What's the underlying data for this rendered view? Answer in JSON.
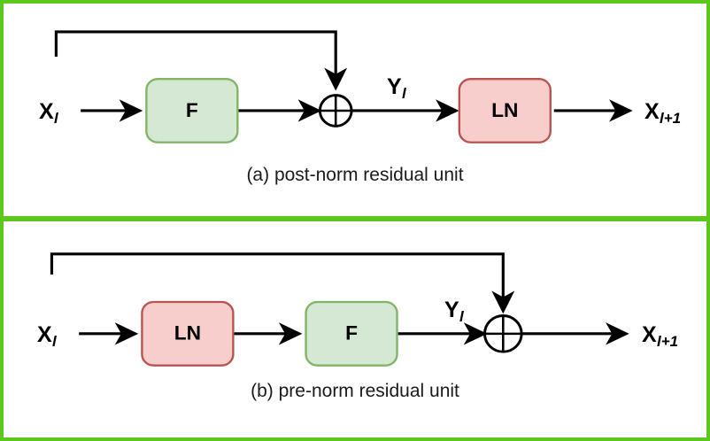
{
  "figure": {
    "title_colors": {
      "panel_border": "#5cc81c",
      "green_fill": "#d5e8d4",
      "green_stroke": "#82b366",
      "red_fill": "#f8cecc",
      "red_stroke": "#b85450",
      "line": "#000000",
      "background": "#ffffff"
    },
    "panels": [
      {
        "id": "a",
        "caption": "(a) post-norm residual unit",
        "input_label": "X",
        "input_sub": "l",
        "mid_label": "Y",
        "mid_sub": "l",
        "output_label": "X",
        "output_sub": "l+1",
        "blocks": [
          {
            "label": "F",
            "kind": "green"
          },
          {
            "label": "LN",
            "kind": "red"
          }
        ],
        "junction": "plus-circle"
      },
      {
        "id": "b",
        "caption": "(b) pre-norm residual unit",
        "input_label": "X",
        "input_sub": "l",
        "mid_label": "Y",
        "mid_sub": "l",
        "output_label": "X",
        "output_sub": "l+1",
        "blocks": [
          {
            "label": "LN",
            "kind": "red"
          },
          {
            "label": "F",
            "kind": "green"
          }
        ],
        "junction": "plus-circle"
      }
    ]
  }
}
